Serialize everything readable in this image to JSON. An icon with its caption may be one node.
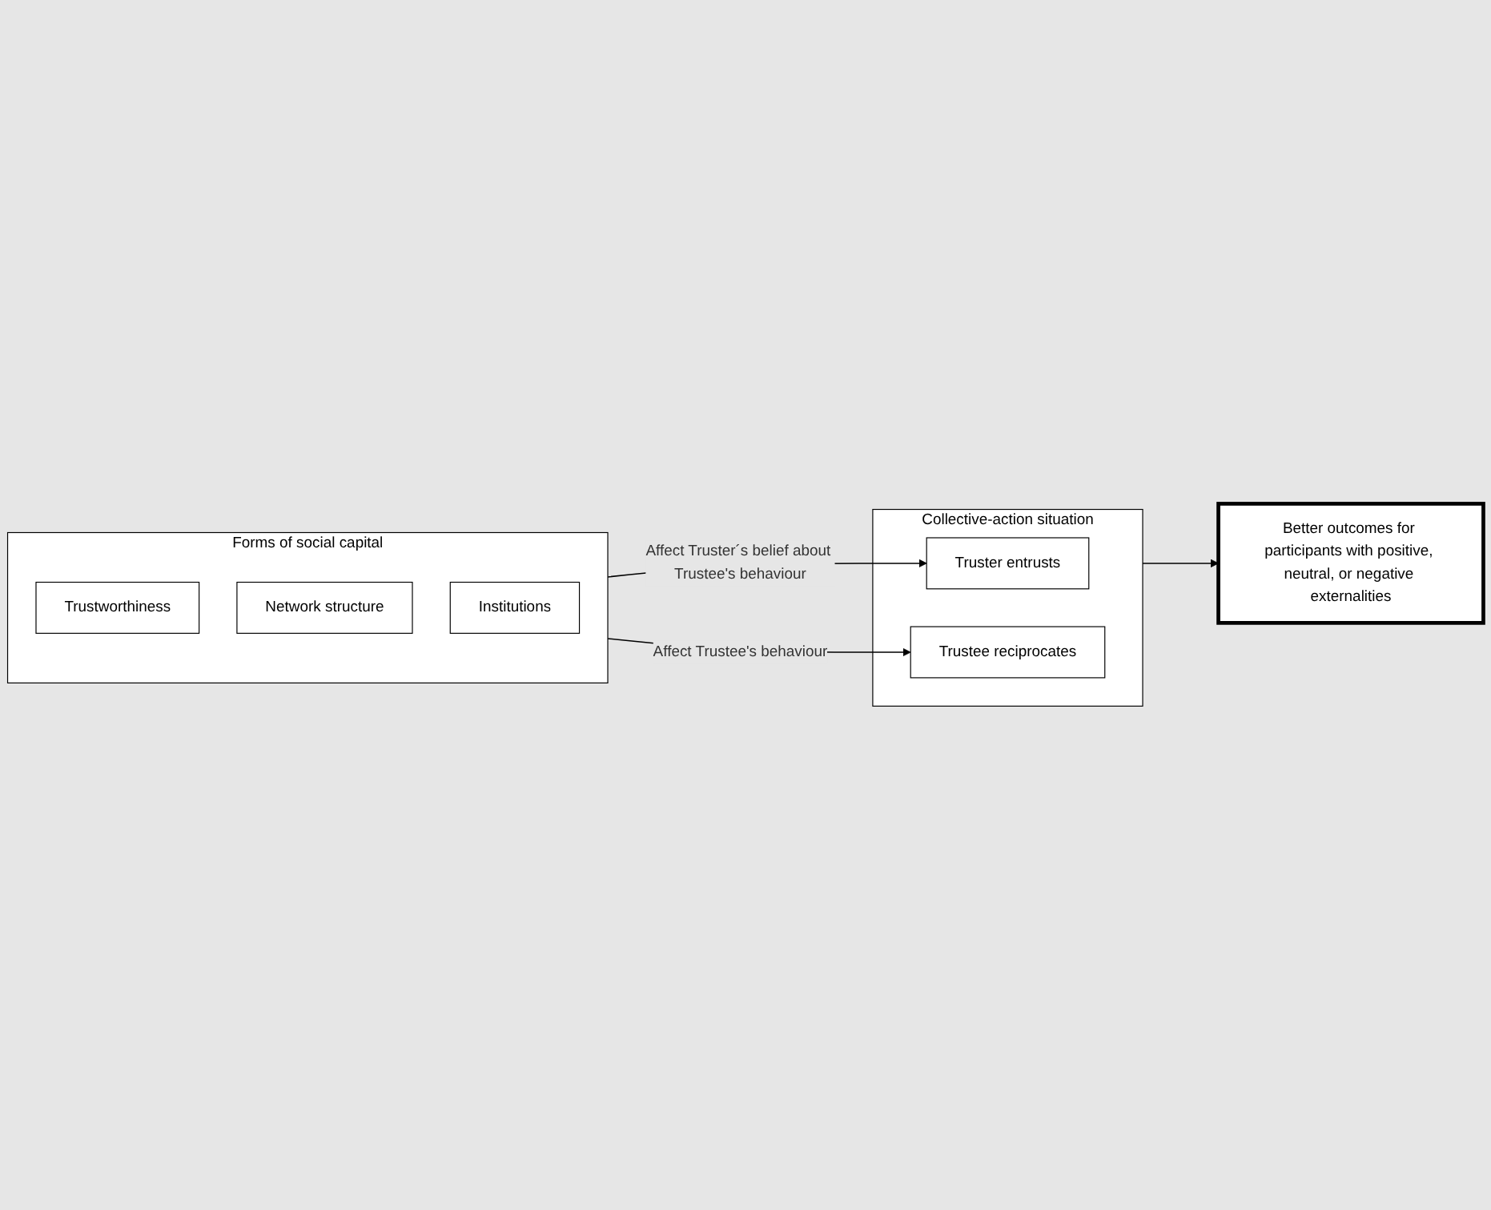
{
  "diagram": {
    "nodes": [
      {
        "text": [
          "Forms of social capital"
        ]
      },
      {
        "text": [
          "Trustworthiness"
        ],
        "in": 0
      },
      {
        "text": [
          "Network structure"
        ],
        "in": 0
      },
      {
        "text": [
          "Institutions"
        ],
        "in": 0
      },
      {
        "text": [
          "Collective-action situation"
        ]
      },
      {
        "text": [
          "Truster entrusts"
        ],
        "in": 4
      },
      {
        "text": [
          "Trustee reciprocates"
        ],
        "in": 4
      },
      {
        "text": [
          "Better outcomes for participants with positive, neutral, or negative externalities"
        ]
      }
    ],
    "edges": [
      {
        "from": 0,
        "to": 5,
        "arrow": "to",
        "label": "Affect Truster´s belief about Trustee's behaviour"
      },
      {
        "from": 0,
        "to": 6,
        "arrow": "to",
        "label": "Affect Trustee's behaviour"
      },
      {
        "from": 4,
        "to": 7,
        "arrow": "to"
      }
    ]
  }
}
